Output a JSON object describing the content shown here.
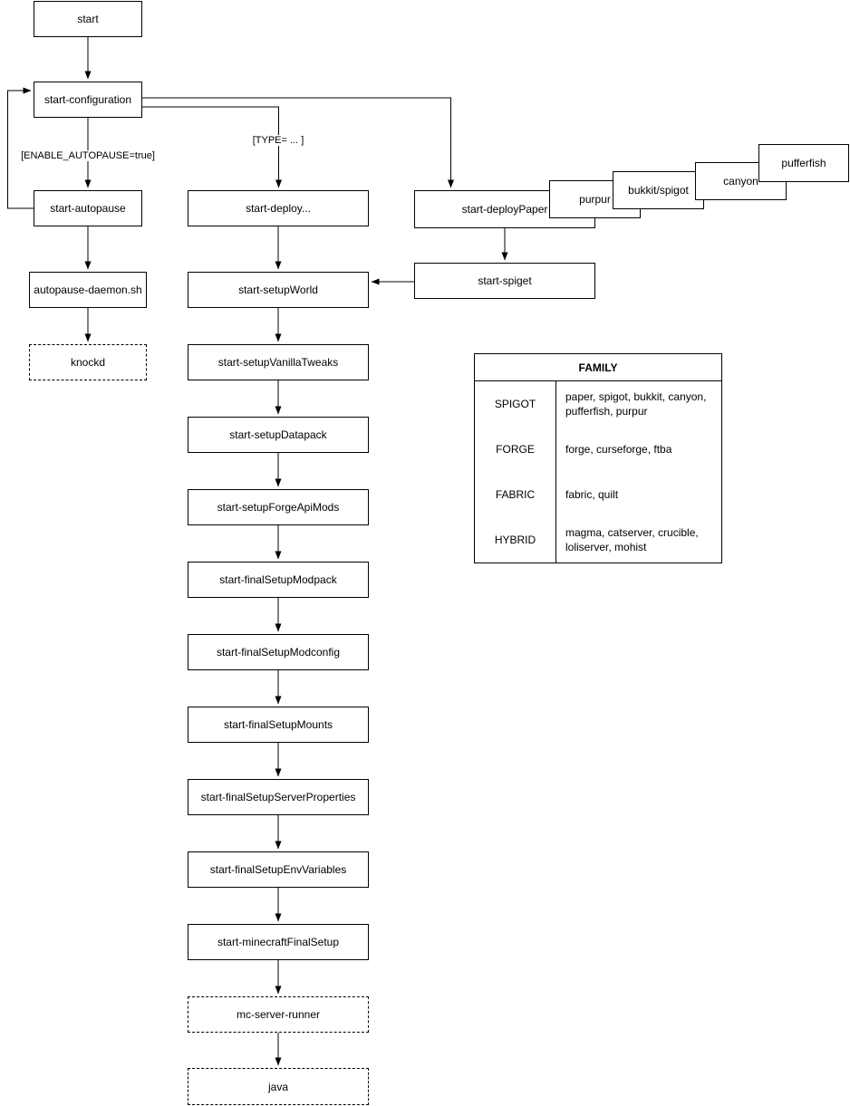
{
  "nodes": {
    "start": "start",
    "start_configuration": "start-configuration",
    "start_autopause": "start-autopause",
    "autopause_daemon": "autopause-daemon.sh",
    "knockd": "knockd",
    "start_deploy": "start-deploy...",
    "start_deploy_paper": "start-deployPaper",
    "purpur": "purpur",
    "bukkit_spigot": "bukkit/spigot",
    "canyon": "canyon",
    "pufferfish": "pufferfish",
    "start_spiget": "start-spiget",
    "start_setup_world": "start-setupWorld",
    "start_setup_vanilla_tweaks": "start-setupVanillaTweaks",
    "start_setup_datapack": "start-setupDatapack",
    "start_setup_forge_api_mods": "start-setupForgeApiMods",
    "start_final_setup_modpack": "start-finalSetupModpack",
    "start_final_setup_modconfig": "start-finalSetupModconfig",
    "start_final_setup_mounts": "start-finalSetupMounts",
    "start_final_setup_server_properties": "start-finalSetupServerProperties",
    "start_final_setup_env_variables": "start-finalSetupEnvVariables",
    "start_minecraft_final_setup": "start-minecraftFinalSetup",
    "mc_server_runner": "mc-server-runner",
    "java": "java"
  },
  "edge_labels": {
    "enable_autopause": "[ENABLE_AUTOPAUSE=true]",
    "type": "[TYPE= ... ]"
  },
  "family_table": {
    "title": "FAMILY",
    "rows": [
      {
        "family": "SPIGOT",
        "members": "paper, spigot, bukkit, canyon, pufferfish, purpur"
      },
      {
        "family": "FORGE",
        "members": "forge, curseforge, ftba"
      },
      {
        "family": "FABRIC",
        "members": "fabric, quilt"
      },
      {
        "family": "HYBRID",
        "members": "magma, catserver, crucible, loliserver, mohist"
      }
    ]
  },
  "colors": {
    "stroke": "#000000",
    "background": "#ffffff"
  }
}
